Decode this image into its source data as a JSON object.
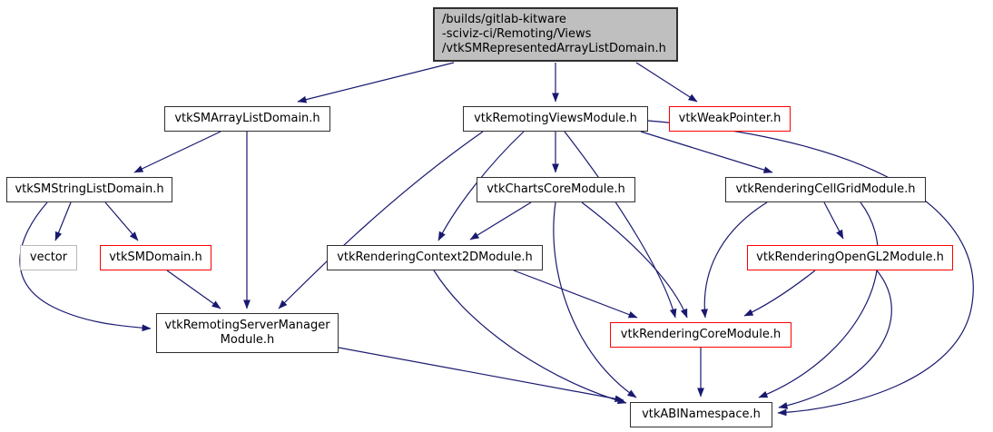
{
  "diagram": {
    "title": "include dependency graph for vtkSMRepresentedArrayListDomain.h",
    "edge_color": "#191970",
    "highlight_border_color": "#ff0000",
    "main_fill_color": "#bfbfbf",
    "nodes": {
      "main": {
        "label": "/builds/gitlab-kitware\n-sciviz-ci/Remoting/Views\n/vtkSMRepresentedArrayListDomain.h",
        "style": "main"
      },
      "smArrayListDomain": {
        "label": "vtkSMArrayListDomain.h",
        "style": "normal"
      },
      "remotingViewsModule": {
        "label": "vtkRemotingViewsModule.h",
        "style": "normal"
      },
      "weakPointer": {
        "label": "vtkWeakPointer.h",
        "style": "red"
      },
      "smStringListDomain": {
        "label": "vtkSMStringListDomain.h",
        "style": "normal"
      },
      "chartsCoreModule": {
        "label": "vtkChartsCoreModule.h",
        "style": "normal"
      },
      "renderingCellGridModule": {
        "label": "vtkRenderingCellGridModule.h",
        "style": "normal"
      },
      "vector": {
        "label": "vector",
        "style": "gray"
      },
      "smDomain": {
        "label": "vtkSMDomain.h",
        "style": "red"
      },
      "renderingContext2DModule": {
        "label": "vtkRenderingContext2DModule.h",
        "style": "normal"
      },
      "renderingOpenGL2Module": {
        "label": "vtkRenderingOpenGL2Module.h",
        "style": "red"
      },
      "remotingServerManagerModule": {
        "label": "vtkRemotingServerManager\nModule.h",
        "style": "normal"
      },
      "renderingCoreModule": {
        "label": "vtkRenderingCoreModule.h",
        "style": "red"
      },
      "abiNamespace": {
        "label": "vtkABINamespace.h",
        "style": "normal"
      }
    },
    "edges": [
      {
        "from": "main",
        "to": "smArrayListDomain"
      },
      {
        "from": "main",
        "to": "remotingViewsModule"
      },
      {
        "from": "main",
        "to": "weakPointer"
      },
      {
        "from": "smArrayListDomain",
        "to": "smStringListDomain"
      },
      {
        "from": "smArrayListDomain",
        "to": "remotingServerManagerModule"
      },
      {
        "from": "smStringListDomain",
        "to": "vector"
      },
      {
        "from": "smStringListDomain",
        "to": "smDomain"
      },
      {
        "from": "smStringListDomain",
        "to": "remotingServerManagerModule"
      },
      {
        "from": "smDomain",
        "to": "remotingServerManagerModule"
      },
      {
        "from": "remotingViewsModule",
        "to": "chartsCoreModule"
      },
      {
        "from": "remotingViewsModule",
        "to": "renderingContext2DModule"
      },
      {
        "from": "remotingViewsModule",
        "to": "remotingServerManagerModule"
      },
      {
        "from": "remotingViewsModule",
        "to": "renderingCellGridModule"
      },
      {
        "from": "remotingViewsModule",
        "to": "renderingCoreModule"
      },
      {
        "from": "remotingViewsModule",
        "to": "abiNamespace"
      },
      {
        "from": "chartsCoreModule",
        "to": "renderingContext2DModule"
      },
      {
        "from": "chartsCoreModule",
        "to": "renderingCoreModule"
      },
      {
        "from": "chartsCoreModule",
        "to": "abiNamespace"
      },
      {
        "from": "renderingContext2DModule",
        "to": "renderingCoreModule"
      },
      {
        "from": "renderingContext2DModule",
        "to": "abiNamespace"
      },
      {
        "from": "renderingCellGridModule",
        "to": "renderingOpenGL2Module"
      },
      {
        "from": "renderingCellGridModule",
        "to": "renderingCoreModule"
      },
      {
        "from": "renderingCellGridModule",
        "to": "abiNamespace"
      },
      {
        "from": "renderingOpenGL2Module",
        "to": "renderingCoreModule"
      },
      {
        "from": "renderingOpenGL2Module",
        "to": "abiNamespace"
      },
      {
        "from": "remotingServerManagerModule",
        "to": "abiNamespace"
      },
      {
        "from": "renderingCoreModule",
        "to": "abiNamespace"
      }
    ]
  }
}
